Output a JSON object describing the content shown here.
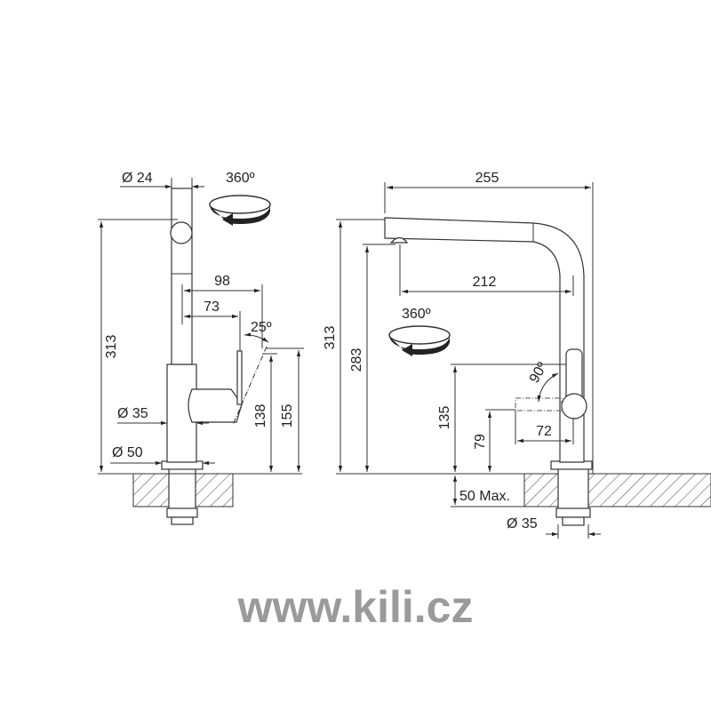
{
  "watermark": "www.kili.cz",
  "side_view": {
    "diameter_top": "Ø 24",
    "rotation": "360º",
    "height_total": "313",
    "reach_handle": "98",
    "reach_lever": "73",
    "lever_angle": "25º",
    "height_lever_low": "138",
    "height_lever_high": "155",
    "diameter_body": "Ø 35",
    "diameter_base": "Ø 50"
  },
  "front_view": {
    "width_total": "255",
    "height_total": "313",
    "height_outlet": "283",
    "reach_spout": "212",
    "rotation": "360º",
    "lever_angle": "90º",
    "height_lever_top": "135",
    "height_lever_axis": "79",
    "lever_reach": "72",
    "countertop_max": "50 Max.",
    "diameter_shank": "Ø 35"
  }
}
